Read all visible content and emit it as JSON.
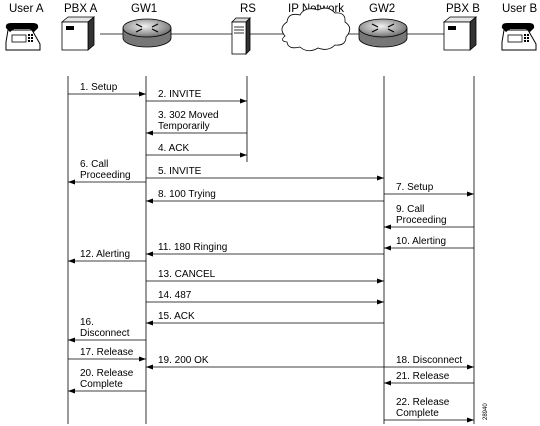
{
  "entities": [
    {
      "id": "user_a",
      "label": "User A",
      "icon": "phone-icon"
    },
    {
      "id": "pbx_a",
      "label": "PBX A",
      "icon": "pbx-icon"
    },
    {
      "id": "gw1",
      "label": "GW1",
      "icon": "router-icon"
    },
    {
      "id": "rs",
      "label": "RS",
      "icon": "server-icon"
    },
    {
      "id": "ip_network",
      "label": "IP Network",
      "icon": "cloud-icon"
    },
    {
      "id": "gw2",
      "label": "GW2",
      "icon": "router-icon"
    },
    {
      "id": "pbx_b",
      "label": "PBX B",
      "icon": "pbx-icon"
    },
    {
      "id": "user_b",
      "label": "User B",
      "icon": "phone-icon"
    }
  ],
  "messages": [
    {
      "from": "pbx_a",
      "to": "gw1",
      "lines": [
        "1. Setup"
      ]
    },
    {
      "from": "gw1",
      "to": "rs",
      "lines": [
        "2. INVITE"
      ]
    },
    {
      "from": "rs",
      "to": "gw1",
      "lines": [
        "3. 302 Moved",
        "Temporarily"
      ]
    },
    {
      "from": "gw1",
      "to": "rs",
      "lines": [
        "4. ACK"
      ]
    },
    {
      "from": "gw1",
      "to": "pbx_a",
      "lines": [
        "6. Call",
        "Proceeding"
      ]
    },
    {
      "from": "gw1",
      "to": "gw2",
      "lines": [
        "5. INVITE"
      ]
    },
    {
      "from": "gw2",
      "to": "pbx_b",
      "lines": [
        "7. Setup"
      ]
    },
    {
      "from": "gw2",
      "to": "gw1",
      "lines": [
        "8. 100 Trying"
      ]
    },
    {
      "from": "pbx_b",
      "to": "gw2",
      "lines": [
        "9. Call",
        "Proceeding"
      ]
    },
    {
      "from": "pbx_b",
      "to": "gw2",
      "lines": [
        "10. Alerting"
      ]
    },
    {
      "from": "gw2",
      "to": "gw1",
      "lines": [
        "11. 180 Ringing"
      ]
    },
    {
      "from": "gw1",
      "to": "pbx_a",
      "lines": [
        "12. Alerting"
      ]
    },
    {
      "from": "gw1",
      "to": "gw2",
      "lines": [
        "13. CANCEL"
      ]
    },
    {
      "from": "gw1",
      "to": "gw2",
      "lines": [
        "14. 487"
      ]
    },
    {
      "from": "gw2",
      "to": "gw1",
      "lines": [
        "15. ACK"
      ]
    },
    {
      "from": "gw1",
      "to": "pbx_a",
      "lines": [
        "16.",
        "Disconnect"
      ]
    },
    {
      "from": "pbx_a",
      "to": "gw1",
      "lines": [
        "17. Release"
      ]
    },
    {
      "from": "gw2",
      "to": "pbx_b",
      "lines": [
        "18. Disconnect"
      ]
    },
    {
      "from": "gw2",
      "to": "gw1",
      "lines": [
        "19. 200 OK"
      ]
    },
    {
      "from": "gw1",
      "to": "pbx_a",
      "lines": [
        "20. Release",
        "Complete"
      ]
    },
    {
      "from": "pbx_b",
      "to": "gw2",
      "lines": [
        "21. Release"
      ]
    },
    {
      "from": "gw2",
      "to": "pbx_b",
      "lines": [
        "22. Release",
        "Complete"
      ]
    }
  ],
  "figure_id": "28940"
}
